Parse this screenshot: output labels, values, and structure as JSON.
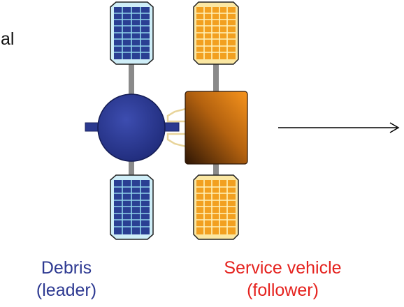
{
  "partial_label": "al",
  "debris": {
    "name": "Debris",
    "role": "(leader)"
  },
  "service_vehicle": {
    "name": "Service vehicle",
    "role": "(follower)"
  },
  "colors": {
    "debris_label": "#2e3a92",
    "service_label": "#e5221e",
    "debris_panel": "#2a3f93",
    "debris_panel_cell": "#4c6fc1",
    "debris_panel_frame": "#cfeef8",
    "debris_body": "#2b3990",
    "service_panel": "#f2a020",
    "service_panel_frame": "#fbe7a2",
    "service_body_light": "#f7941d",
    "service_body_dark": "#3a1e06",
    "arrow": "#000000"
  }
}
